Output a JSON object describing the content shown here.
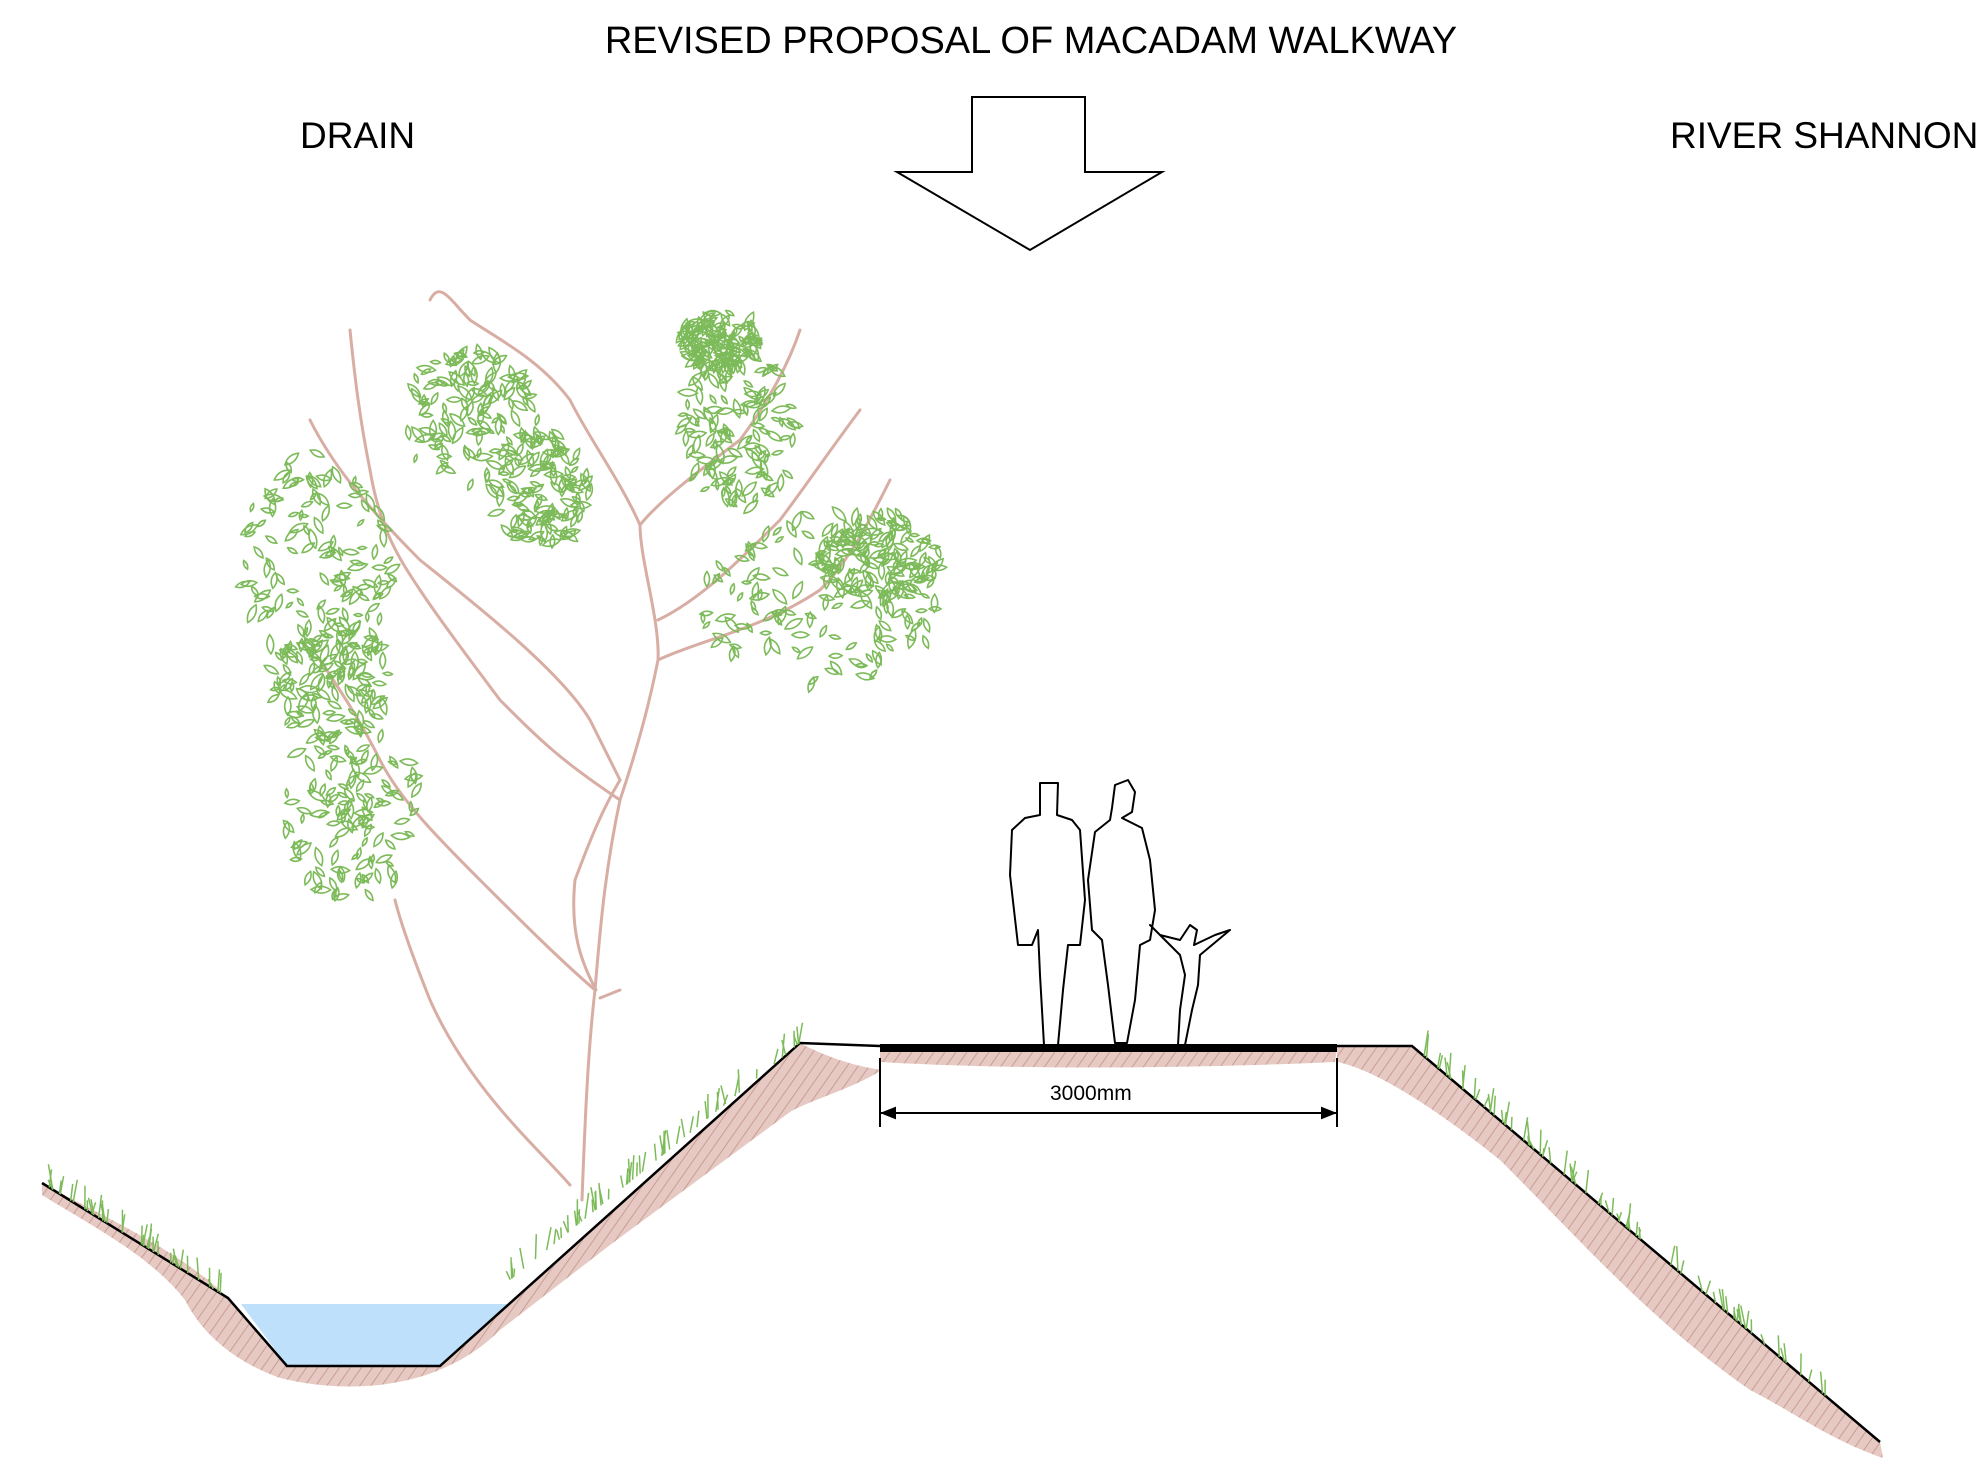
{
  "title": "REVISED PROPOSAL OF MACADAM WALKWAY",
  "labels": {
    "left": "DRAIN",
    "right": "RIVER SHANNON"
  },
  "dimension": {
    "text": "3000mm"
  },
  "colors": {
    "line": "#000000",
    "soil": "#e2c2bb",
    "soil_hatch": "#c99d94",
    "water": "#bfe0fb",
    "foliage": "#7dbb5a",
    "branch": "#d8aea4"
  }
}
